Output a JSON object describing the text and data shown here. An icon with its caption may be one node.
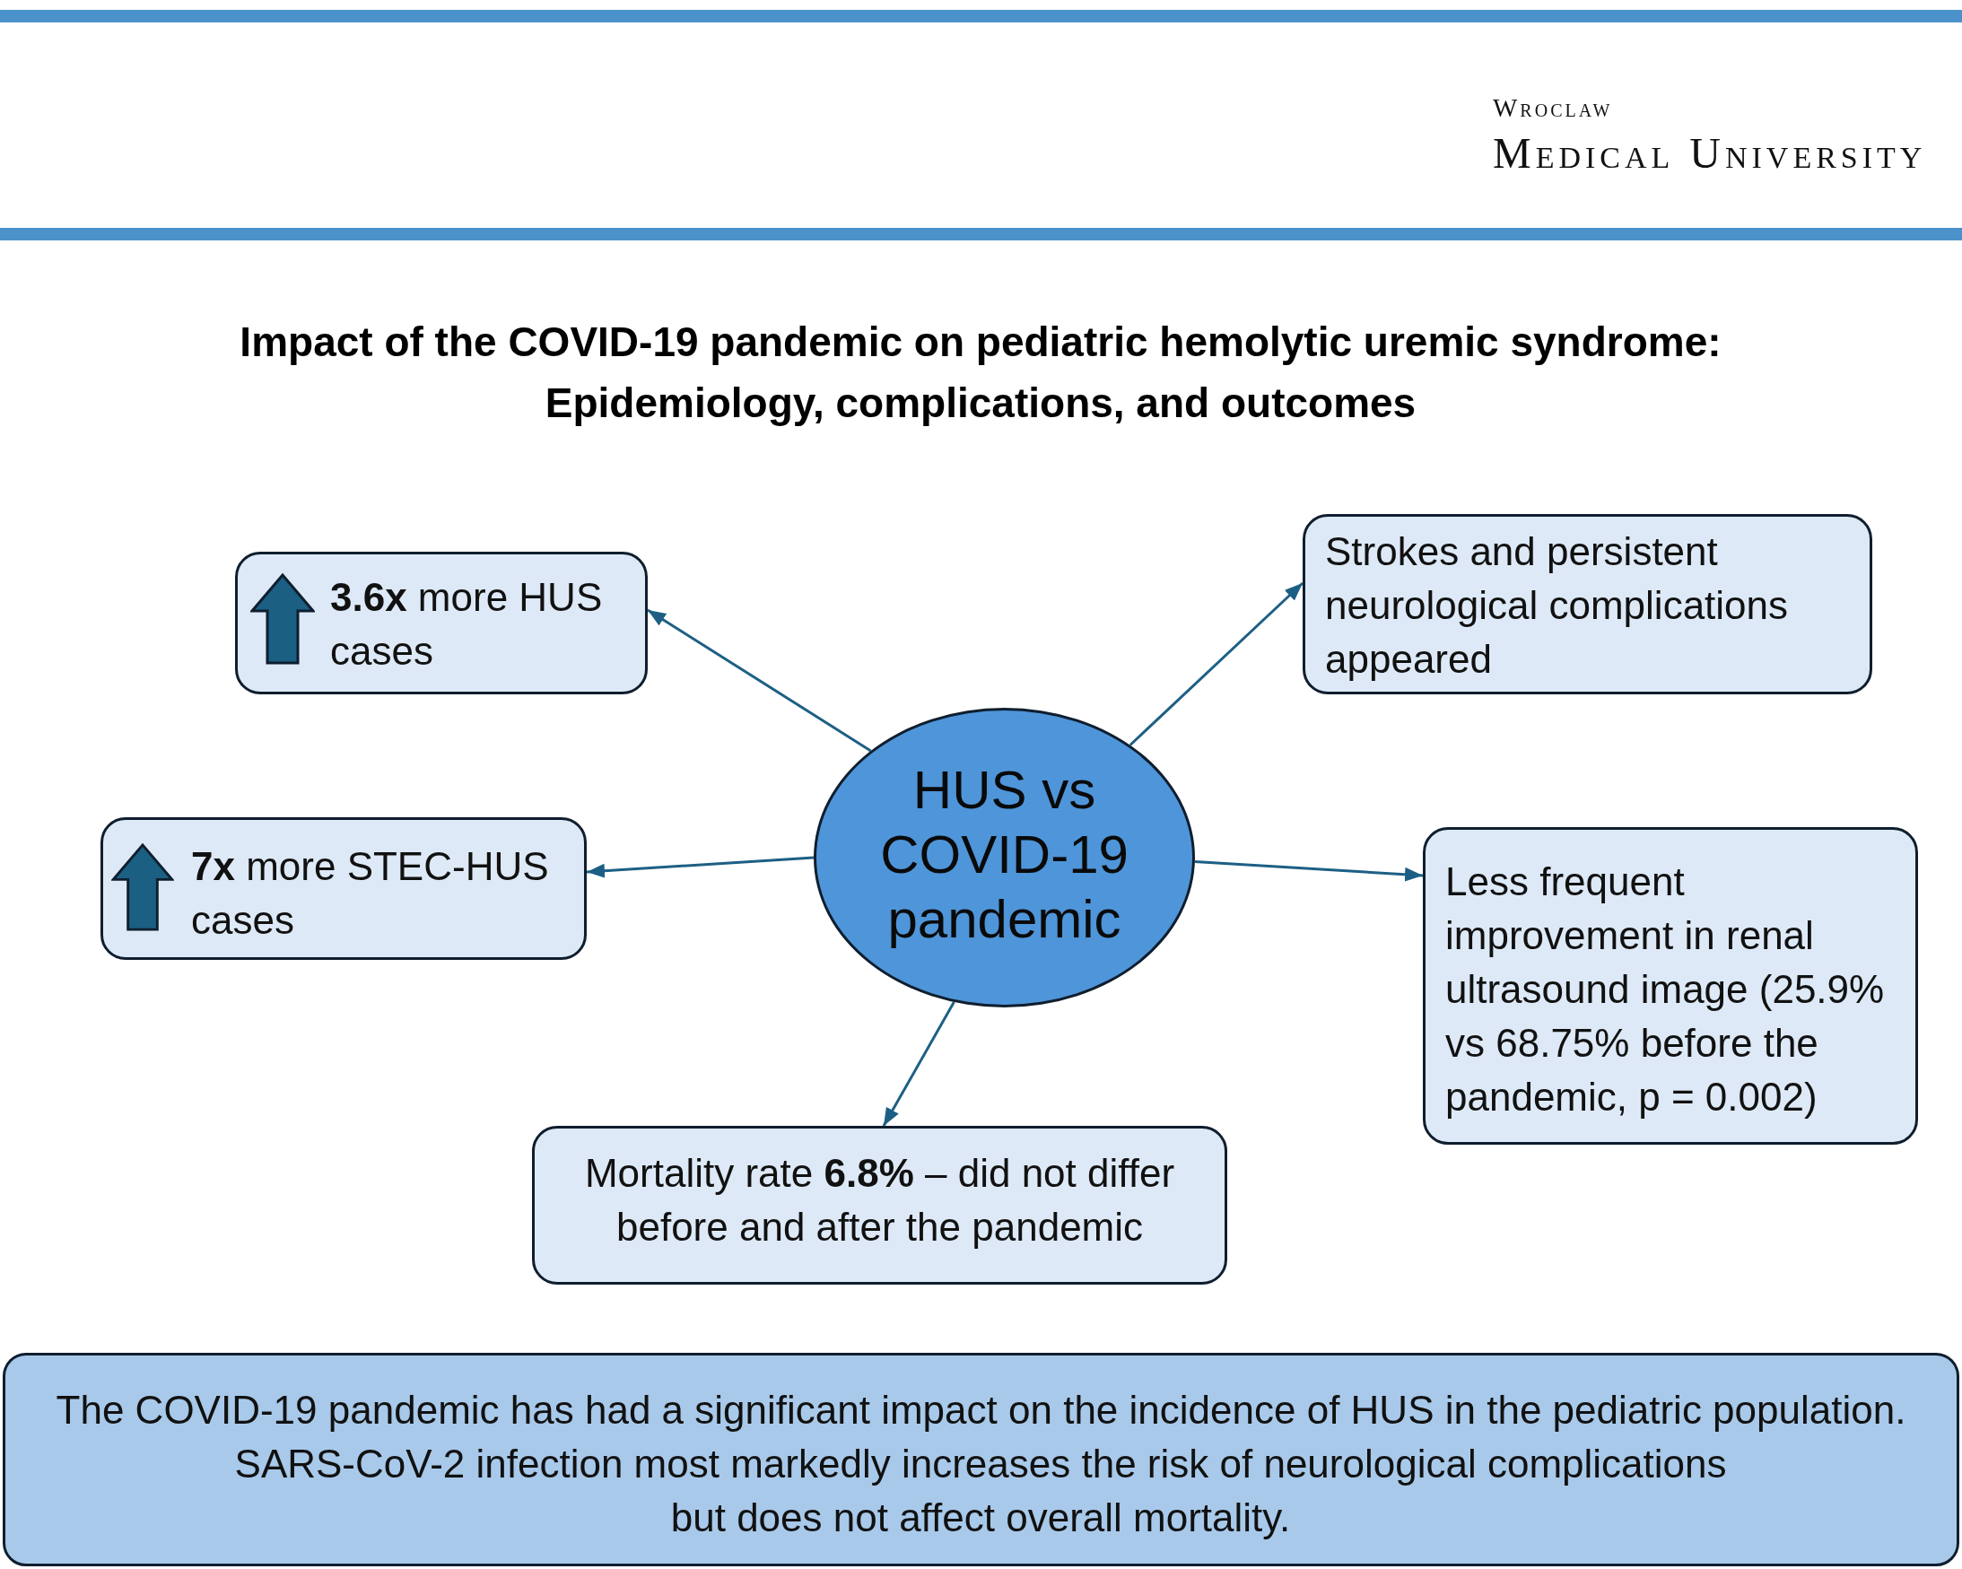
{
  "diagram": {
    "title": "Impact of the COVID-19 pandemic on pediatric hemolytic uremic syndrome: Epidemiology, complications, and outcomes",
    "nodes": [
      {
        "text": [
          "**3.6x** more HUS cases"
        ]
      },
      {
        "text": [
          "Strokes and persistent neurological complications appeared"
        ]
      },
      {
        "text": [
          "HUS vs COVID-19 pandemic"
        ]
      },
      {
        "text": [
          "**7x** more STEC-HUS cases"
        ]
      },
      {
        "text": [
          "Less frequent improvement in renal ultrasound image (25.9% vs 68.75% before the pandemic, p = 0.002)"
        ]
      },
      {
        "text": [
          "Mortality rate **6.8%** – did not differ before and after the pandemic"
        ]
      },
      {
        "text": [
          "The COVID-19 pandemic has had a significant impact on the incidence of HUS in the pediatric population.",
          "SARS-CoV-2 infection most markedly increases the risk of neurological complications but does not affect overall mortality."
        ]
      }
    ],
    "edges": [
      {
        "from": 2,
        "to": 0,
        "arrow": "to"
      },
      {
        "from": 2,
        "to": 1,
        "arrow": "to"
      },
      {
        "from": 2,
        "to": 3,
        "arrow": "to"
      },
      {
        "from": 2,
        "to": 4,
        "arrow": "to"
      },
      {
        "from": 2,
        "to": 5,
        "arrow": "to"
      }
    ],
    "labels": [
      "Wroclaw",
      "Medical University"
    ]
  }
}
